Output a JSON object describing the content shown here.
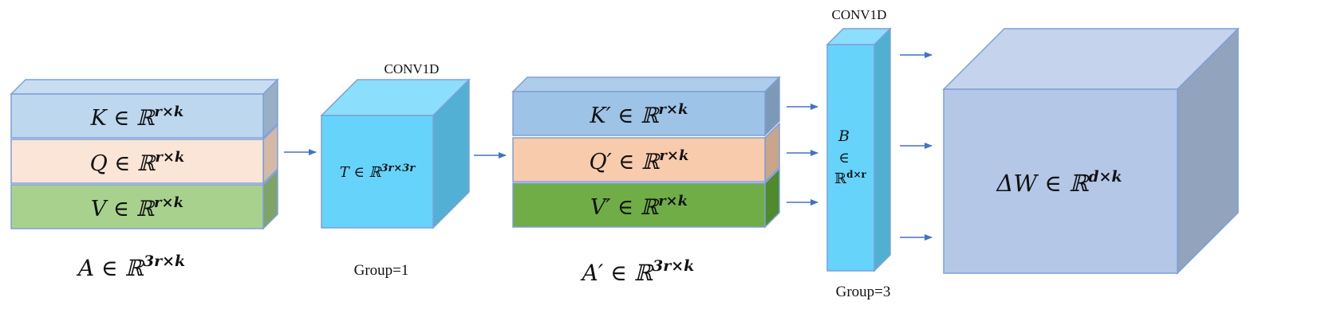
{
  "colors": {
    "k_front": "#BDD7EE",
    "k_top": "#C9DDF1",
    "k_side": "#98B0C6",
    "q_front": "#FBE5D6",
    "q_top": "#FCEBDD",
    "q_side": "#D3B9A6",
    "v_front": "#A9D18E",
    "v_top": "#B9DAA3",
    "v_side": "#7EA468",
    "kp_front": "#9DC3E6",
    "kp_top": "#AECDEA",
    "kp_side": "#7C9AB6",
    "qp_front": "#F8CBAD",
    "qp_top": "#F9D6BE",
    "qp_side": "#C9A58C",
    "vp_front": "#70AD47",
    "vp_top": "#84BA61",
    "vp_side": "#4F8A2C",
    "t_front": "#66D3FA",
    "t_top": "#8BDEFC",
    "t_side": "#52B0D4",
    "b_front": "#66D3FA",
    "b_top": "#8BDEFC",
    "b_side": "#4FB0D2",
    "dw_front": "#B4C7E7",
    "dw_top": "#C5D3EC",
    "dw_side": "#91A3BD",
    "edge": "#7F9FD9",
    "arrow": "#4472C4"
  },
  "stackA": {
    "k_label": {
      "main": "K ∈ ℝ",
      "sup": "r×k"
    },
    "q_label": {
      "main": "Q ∈ ℝ",
      "sup": "r×k"
    },
    "v_label": {
      "main": "V ∈ ℝ",
      "sup": "r×k"
    },
    "caption": {
      "main": "A ∈ ℝ",
      "sup": "3r×k"
    }
  },
  "cubeT": {
    "top_label": "CONV1D",
    "label": {
      "main": "T ∈ ℝ",
      "sup": "3r×3r"
    },
    "caption": "Group=1"
  },
  "stackAprime": {
    "k_label": {
      "main": "K′ ∈ ℝ",
      "sup": "r×k"
    },
    "q_label": {
      "main": "Q′ ∈ ℝ",
      "sup": "r×k"
    },
    "v_label": {
      "main": "V′ ∈ ℝ",
      "sup": "r×k"
    },
    "caption": {
      "main": "A′ ∈ ℝ",
      "sup": "3r×k"
    }
  },
  "prismB": {
    "top_label": "CONV1D",
    "line1": "B",
    "line2": "∈",
    "line3": {
      "main": "ℝ",
      "sup": "d×r"
    },
    "caption": "Group=3"
  },
  "cubeDW": {
    "label": {
      "main": "ΔW ∈ ℝ",
      "sup": "d×k"
    }
  }
}
